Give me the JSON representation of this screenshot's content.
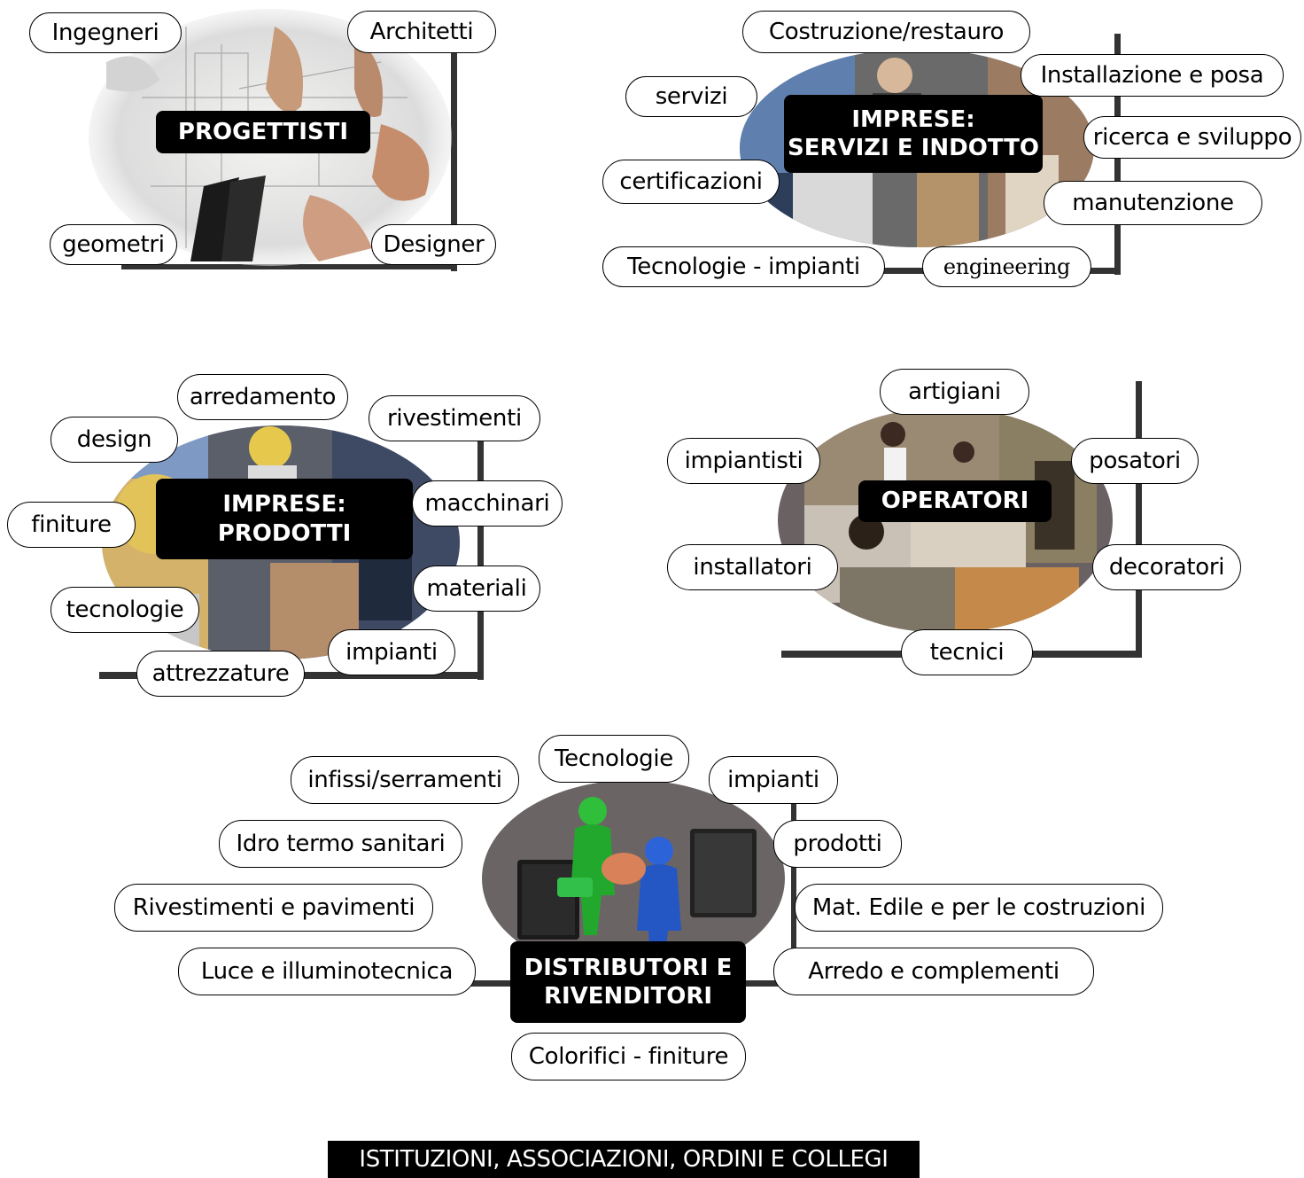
{
  "clusters": {
    "progettisti": {
      "title": "PROGETTISTI",
      "labels": [
        "Ingegneri",
        "Architetti",
        "geometri",
        "Designer"
      ]
    },
    "servizi": {
      "title": "IMPRESE:\nSERVIZI E INDOTTO",
      "labels": [
        "Costruzione/restauro",
        "Installazione e posa",
        "servizi",
        "ricerca e sviluppo",
        "certificazioni",
        "manutenzione",
        "Tecnologie - impianti",
        "engineering"
      ]
    },
    "prodotti": {
      "title": "IMPRESE:\nPRODOTTI",
      "labels": [
        "arredamento",
        "rivestimenti",
        "design",
        "macchinari",
        "finiture",
        "materiali",
        "tecnologie",
        "impianti",
        "attrezzature"
      ]
    },
    "operatori": {
      "title": "OPERATORI",
      "labels": [
        "artigiani",
        "impiantisti",
        "posatori",
        "installatori",
        "decoratori",
        "tecnici"
      ]
    },
    "distributori": {
      "title": "DISTRIBUTORI E\nRIVENDITORI",
      "labels": [
        "Tecnologie",
        "infissi/serramenti",
        "impianti",
        "Idro termo sanitari",
        "prodotti",
        "Rivestimenti e pavimenti",
        "Mat. Edile e per le costruzioni",
        "Luce e illuminotecnica",
        "Arredo e complementi",
        "Colorifici - finiture"
      ]
    }
  },
  "footer": "ISTITUZIONI, ASSOCIAZIONI, ORDINI E COLLEGI"
}
